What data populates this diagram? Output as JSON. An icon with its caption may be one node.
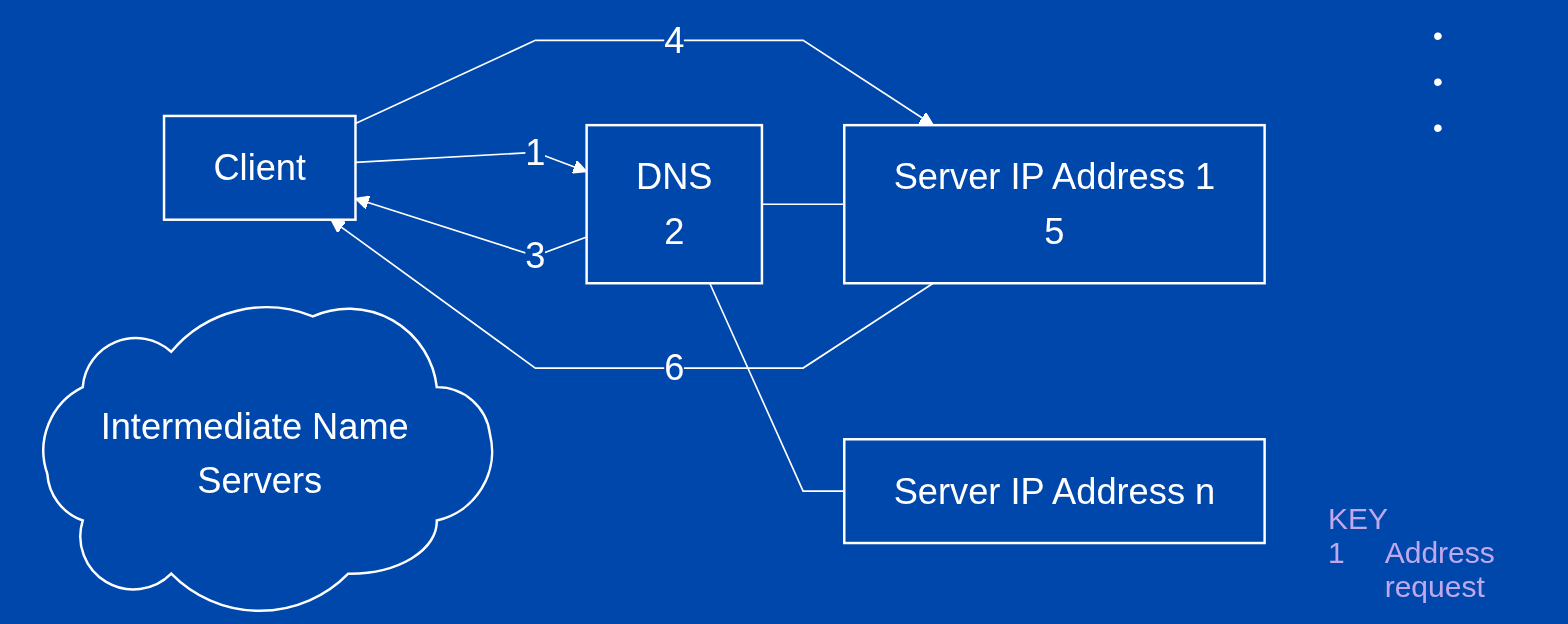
{
  "diagram": {
    "nodes": [
      {
        "text": [
          "Client"
        ]
      },
      {
        "text": [
          "Intermediate Name Servers"
        ]
      },
      {
        "text": [
          "DNS",
          "2"
        ]
      },
      {
        "text": [
          "Server  IP Address 1",
          "5"
        ]
      },
      {
        "text": [
          "Server IP Address n"
        ]
      }
    ],
    "edges": [
      {
        "from": 0,
        "to": 2,
        "arrow": "to",
        "label": "1"
      },
      {
        "from": 2,
        "to": 0,
        "arrow": "to",
        "label": "3"
      },
      {
        "from": 0,
        "to": 3,
        "arrow": "to",
        "label": "4"
      },
      {
        "from": 3,
        "to": 0,
        "arrow": "to",
        "label": "6"
      },
      {
        "from": 2,
        "to": 3,
        "arrow": "none"
      },
      {
        "from": 2,
        "to": 4,
        "arrow": "none"
      }
    ],
    "labels": [
      "•",
      "•",
      "•",
      "KEY",
      "1",
      "Address request"
    ]
  }
}
